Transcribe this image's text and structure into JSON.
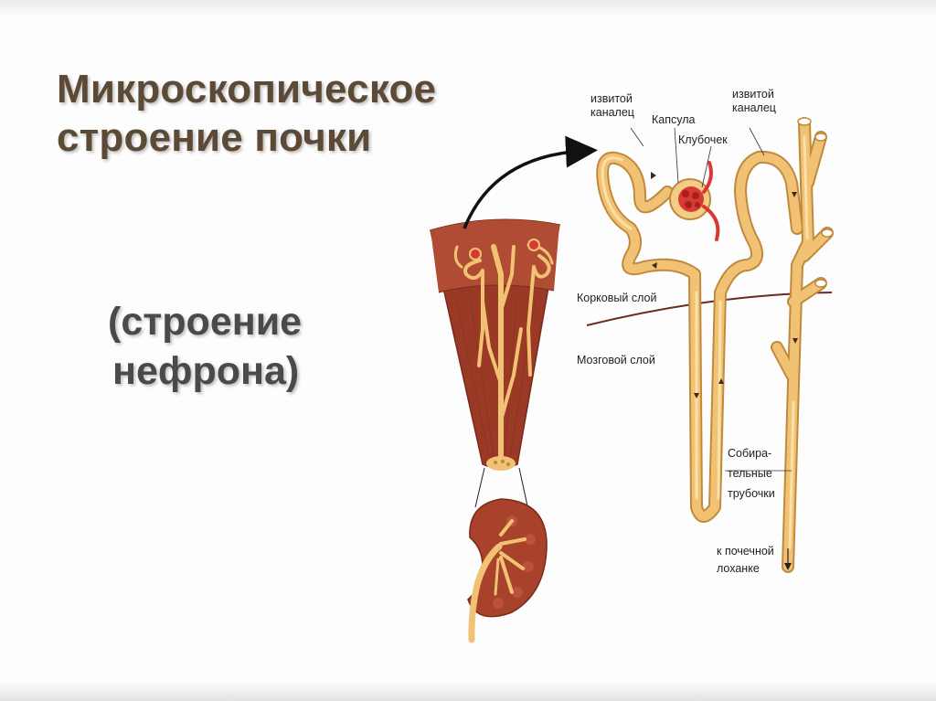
{
  "title": {
    "line1": "Микроскопическое",
    "line2": "строение почки"
  },
  "subtitle": {
    "line1": "(строение",
    "line2": "нефрона)"
  },
  "labels": {
    "convoluted_tubule_left": [
      "извитой",
      "каналец"
    ],
    "capsule": "Капсула",
    "glomerulus": "Клубочек",
    "convoluted_tubule_right": [
      "извитой",
      "каналец"
    ],
    "cortex": "Корковый слой",
    "medulla": "Мозговой слой",
    "collecting_ducts": [
      "Собира-",
      "тельные",
      "трубочки"
    ],
    "to_pelvis": [
      "к почечной",
      "лоханке"
    ]
  },
  "colors": {
    "title": "#5c4a36",
    "tubule": "#f0bd6c",
    "tubule_outline": "#c08a3c",
    "tissue": "#a3402a",
    "glomerulus": "#d63a33",
    "boundary": "#6b2a22"
  }
}
